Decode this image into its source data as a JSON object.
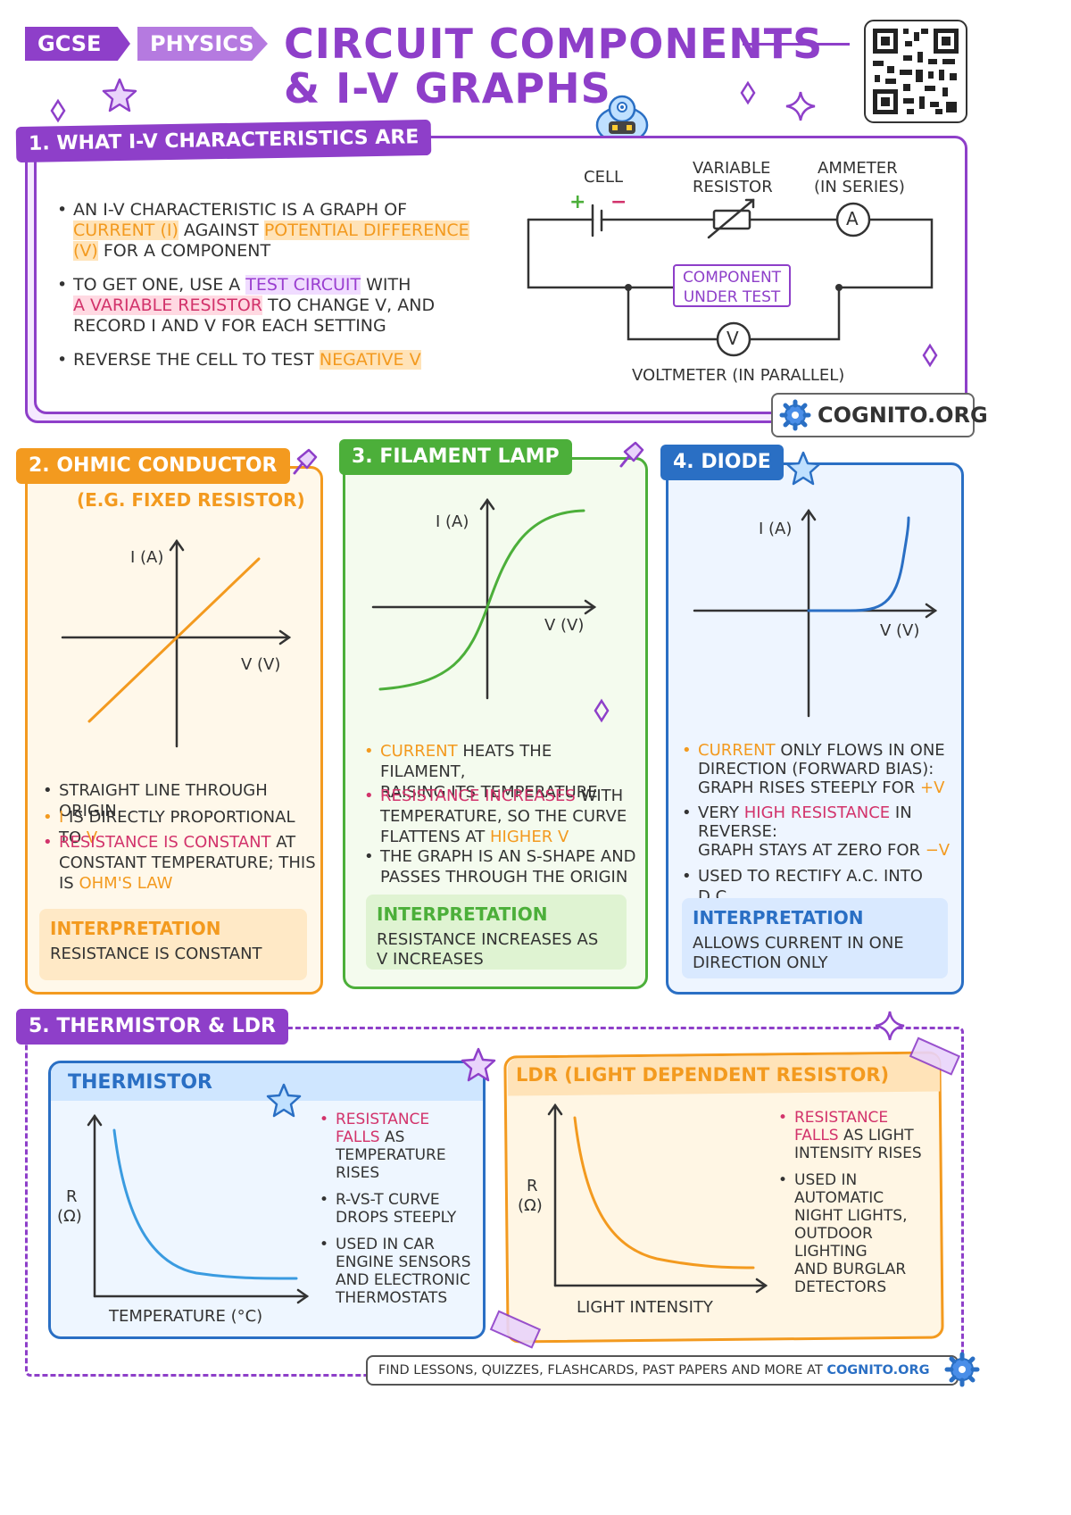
{
  "header": {
    "tag1": "GCSE",
    "tag2": "PHYSICS",
    "title_line1": "CIRCUIT COMPONENTS",
    "title_line2": "& I-V GRAPHS"
  },
  "section1": {
    "tag": "1. WHAT I-V CHARACTERISTICS ARE",
    "b1": {
      "t1": "AN I-V CHARACTERISTIC IS A GRAPH OF",
      "h1": "CURRENT (I)",
      "t2": " AGAINST ",
      "h2": "POTENTIAL DIFFERENCE",
      "h3": "(V)",
      "t3": " FOR A COMPONENT"
    },
    "b2": {
      "t1": "TO GET ONE, USE A ",
      "h1": "TEST CIRCUIT",
      "t2": " WITH",
      "h2": "A VARIABLE RESISTOR",
      "t3": " TO CHANGE V, AND",
      "t4": "RECORD I AND V FOR EACH SETTING"
    },
    "b3": {
      "t1": "REVERSE THE CELL TO TEST ",
      "h1": "NEGATIVE V"
    },
    "circuit": {
      "cell": "CELL",
      "plus": "+",
      "minus": "−",
      "var_res_1": "VARIABLE",
      "var_res_2": "RESISTOR",
      "ammeter_1": "AMMETER",
      "ammeter_2": "(IN SERIES)",
      "ammeter_symbol": "A",
      "component_1": "COMPONENT",
      "component_2": "UNDER TEST",
      "voltmeter_symbol": "V",
      "voltmeter": "VOLTMETER (IN PARALLEL)"
    },
    "brand": "COGNITO.ORG"
  },
  "section2": {
    "tag": "2. OHMIC CONDUCTOR",
    "subtitle": "(E.G. FIXED RESISTOR)",
    "ylabel": "I (A)",
    "xlabel": "V (V)",
    "b1": "STRAIGHT LINE THROUGH ORIGIN",
    "b2": {
      "h1": "I",
      "t1": " IS DIRECTLY PROPORTIONAL TO ",
      "h2": "V"
    },
    "b3": {
      "h1": "RESISTANCE IS CONSTANT",
      "t1": " AT",
      "t2": "CONSTANT TEMPERATURE; THIS",
      "t3": "IS ",
      "h2": "OHM'S LAW"
    },
    "interp_head": "INTERPRETATION",
    "interp_body": "RESISTANCE IS CONSTANT"
  },
  "section3": {
    "tag": "3. FILAMENT LAMP",
    "ylabel": "I (A)",
    "xlabel": "V (V)",
    "b1": {
      "h1": "CURRENT",
      "t1": " HEATS THE FILAMENT,",
      "t2": "RAISING ITS TEMPERATURE"
    },
    "b2": {
      "h1": "RESISTANCE INCREASES",
      "t1": " WITH",
      "t2": "TEMPERATURE, SO THE CURVE",
      "t3": "FLATTENS AT ",
      "h2": "HIGHER V"
    },
    "b3": {
      "t1": "THE GRAPH IS AN S-SHAPE AND",
      "t2": "PASSES THROUGH THE ORIGIN"
    },
    "interp_head": "INTERPRETATION",
    "interp_body1": "RESISTANCE INCREASES AS",
    "interp_body2": "V INCREASES"
  },
  "section4": {
    "tag": "4. DIODE",
    "ylabel": "I (A)",
    "xlabel": "V (V)",
    "b1": {
      "h1": "CURRENT",
      "t1": " ONLY FLOWS IN ONE",
      "t2": "DIRECTION (FORWARD BIAS):",
      "t3": "GRAPH RISES STEEPLY FOR ",
      "h2": "+V"
    },
    "b2": {
      "t1": "VERY ",
      "h1": "HIGH RESISTANCE",
      "t2": " IN",
      "t3": "REVERSE:",
      "t4": "GRAPH STAYS AT ZERO FOR ",
      "h2": "−V"
    },
    "b3": "USED TO RECTIFY A.C. INTO D.C.",
    "interp_head": "INTERPRETATION",
    "interp_body1": "ALLOWS CURRENT IN ONE",
    "interp_body2": "DIRECTION ONLY"
  },
  "section5": {
    "tag": "5. THERMISTOR & LDR",
    "thermistor": {
      "head": "THERMISTOR",
      "ylabel1": "R",
      "ylabel2": "(Ω)",
      "xlabel": "TEMPERATURE (°C)",
      "b1": {
        "h1": "RESISTANCE",
        "h2": "FALLS",
        "t1": " AS",
        "t2": "TEMPERATURE",
        "t3": "RISES"
      },
      "b2": {
        "t1": "R-VS-T CURVE",
        "t2": "DROPS STEEPLY"
      },
      "b3": {
        "t1": "USED IN CAR",
        "t2": "ENGINE SENSORS",
        "t3": "AND ELECTRONIC",
        "t4": "THERMOSTATS"
      }
    },
    "ldr": {
      "head": "LDR (LIGHT DEPENDENT RESISTOR)",
      "ylabel1": "R",
      "ylabel2": "(Ω)",
      "xlabel": "LIGHT INTENSITY",
      "b1": {
        "h1": "RESISTANCE",
        "h2": "FALLS",
        "t1": " AS LIGHT",
        "t2": "INTENSITY RISES"
      },
      "b2": {
        "t1": "USED IN",
        "t2": "AUTOMATIC",
        "t3": "NIGHT LIGHTS,",
        "t4": "OUTDOOR",
        "t5": "LIGHTING",
        "t6": "AND BURGLAR",
        "t7": "DETECTORS"
      }
    }
  },
  "footer": {
    "text": "FIND LESSONS, QUIZZES, FLASHCARDS, PAST PAPERS AND MORE AT ",
    "link": "COGNITO.ORG"
  },
  "colors": {
    "purple": "#8e3fc9",
    "orange": "#f39a1f",
    "green": "#4caf3a",
    "blue": "#2a6fc4",
    "pink": "#d2336b"
  },
  "icons": [
    "star-icon",
    "sparkle-icon",
    "diamond-icon",
    "pushpin-icon",
    "gear-icon",
    "qr-code-icon",
    "mascot-icon",
    "tape-icon"
  ]
}
